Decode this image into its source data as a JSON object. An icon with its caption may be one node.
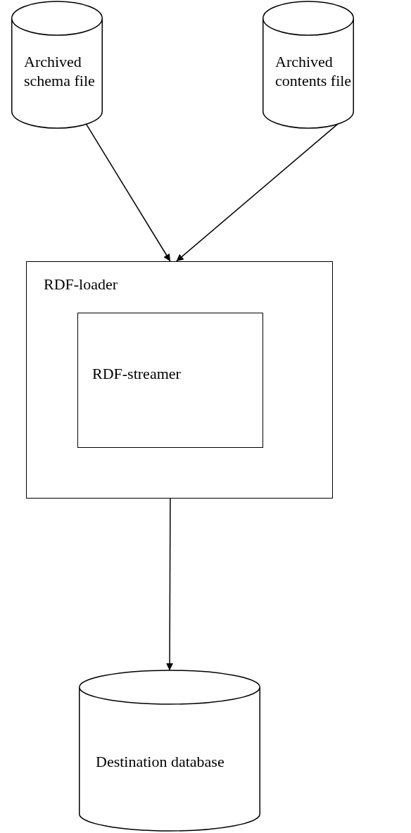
{
  "diagram": {
    "nodes": [
      {
        "text": [
          "Archived schema file"
        ]
      },
      {
        "text": [
          "Archived contents file"
        ]
      },
      {
        "text": [
          "RDF-loader"
        ]
      },
      {
        "text": [
          "RDF-streamer"
        ],
        "in": 2
      },
      {
        "text": [
          "Destination database"
        ]
      }
    ],
    "edges": [
      {
        "from": 0,
        "to": 2,
        "arrow": "to"
      },
      {
        "from": 1,
        "to": 2,
        "arrow": "to"
      },
      {
        "from": 2,
        "to": 4,
        "arrow": "to"
      }
    ]
  }
}
